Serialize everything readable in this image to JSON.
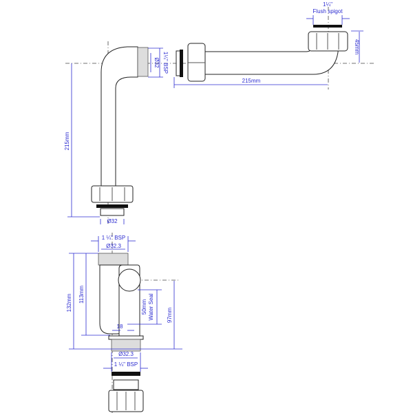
{
  "upper": {
    "spigot_size": "1¼\"",
    "spigot_label": "Flush spigot",
    "rise": "45mm",
    "arm_length": "215mm",
    "thread_bsp": "1¼\" BSP",
    "thread_dia": "Ø32",
    "vertical_length": "215mm",
    "outlet_dia": "Ø32"
  },
  "lower": {
    "top_bsp": "1 ¼\" BSP",
    "top_dia": "Ø32.3",
    "overall_height": "132mm",
    "inner_height": "113mm",
    "seal_depth": "50mm",
    "seal_label": "Water Seal",
    "inlet_height": "97mm",
    "offset": "18",
    "bottom_dia": "Ø32.3",
    "bottom_bsp": "1 ¼\" BSP"
  },
  "colors": {
    "dimension": "#2b2bd0",
    "part": "#222222"
  }
}
